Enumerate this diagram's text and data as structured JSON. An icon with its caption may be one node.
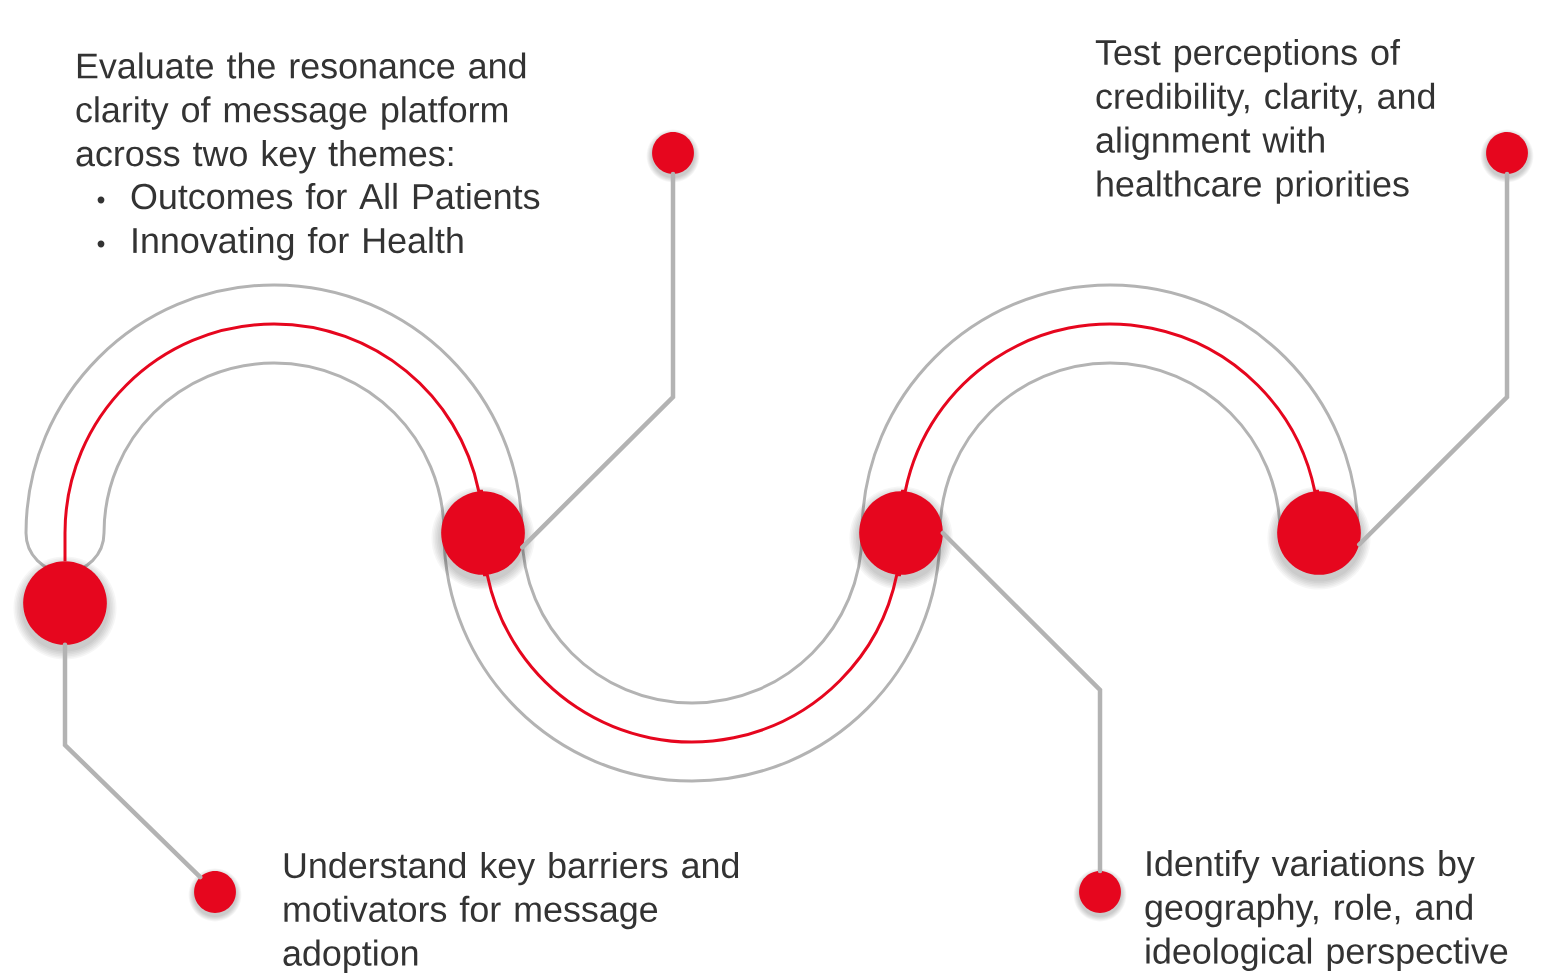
{
  "diagram": {
    "nodes": [
      {
        "text": [],
        "shape": "circle"
      },
      {
        "text": [],
        "shape": "circle"
      },
      {
        "text": [],
        "shape": "circle"
      },
      {
        "text": [],
        "shape": "circle"
      },
      {
        "text": [],
        "shape": "circle",
        "beside": [
          "Understand key barriers and motivators for message adoption"
        ]
      },
      {
        "text": [],
        "shape": "circle",
        "beside": [
          "Evaluate the resonance and clarity of message platform across two key themes:",
          "Outcomes for All Patients",
          "Innovating for Health"
        ]
      },
      {
        "text": [],
        "shape": "circle",
        "beside": [
          "Identify variations by geography, role, and ideological perspective"
        ]
      },
      {
        "text": [],
        "shape": "circle",
        "beside": [
          "Test perceptions of credibility, clarity, and alignment with healthcare priorities"
        ]
      }
    ],
    "edges": [
      {
        "from": 0,
        "to": 4,
        "arrow": "none"
      },
      {
        "from": 1,
        "to": 5,
        "arrow": "none"
      },
      {
        "from": 2,
        "to": 6,
        "arrow": "none"
      },
      {
        "from": 3,
        "to": 7,
        "arrow": "none"
      },
      {
        "from": 0,
        "to": 1,
        "arrow": "none",
        "color": "#e6061e"
      },
      {
        "from": 1,
        "to": 2,
        "arrow": "none",
        "color": "#e6061e"
      },
      {
        "from": 2,
        "to": 3,
        "arrow": "none",
        "color": "#e6061e"
      }
    ]
  }
}
